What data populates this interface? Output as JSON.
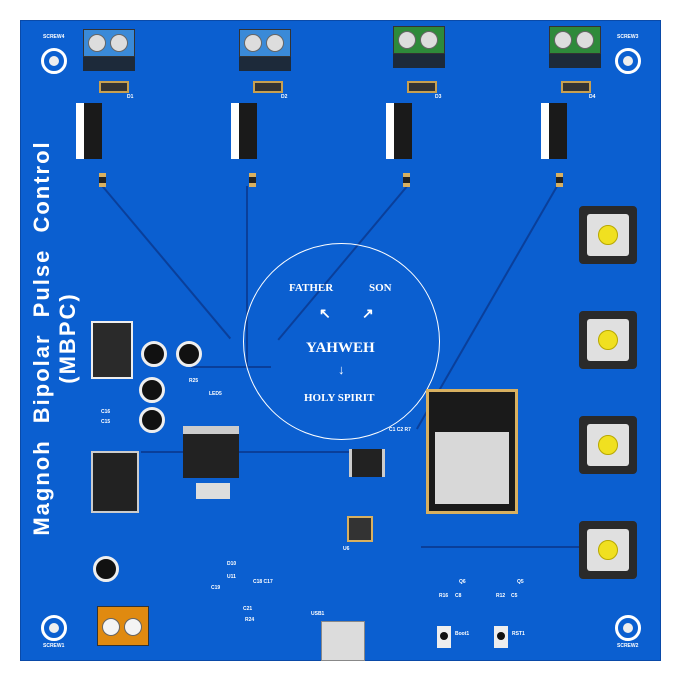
{
  "board_title": "Magnoh Bipolar Pulse Control (MBPC)",
  "circle": {
    "father": "FATHER",
    "son": "SON",
    "center": "YAHWEH",
    "holy_spirit": "HOLY SPIRIT",
    "arrow_left": "↖",
    "arrow_right": "↗",
    "arrow_down": "↓"
  },
  "screws": [
    "SCREW4",
    "SCREW3",
    "SCREW1",
    "SCREW2"
  ],
  "diodes": [
    "D1",
    "D2",
    "D3",
    "D4"
  ],
  "labels": {
    "usb": "USB1",
    "boot": "Boot1",
    "rst": "RST1",
    "led5": "LED5",
    "r25": "R25",
    "u6": "U6",
    "u11": "U11",
    "d10": "D10",
    "c1c2r7": "C1 C2 R7",
    "r16": "R16",
    "c8": "C8",
    "r12": "R12",
    "c5": "C5",
    "q6": "Q6",
    "q5": "Q5",
    "c15": "C15",
    "c16": "C16",
    "c19": "C19",
    "c21": "C21",
    "r24": "R24",
    "c18c17": "C18 C17"
  },
  "colors": {
    "board": "#0b5fd0",
    "terminal_blue": "#3a8ad8",
    "terminal_green": "#2e8a3a",
    "terminal_orange": "#e08a10",
    "button_cap": "#f0e020"
  }
}
